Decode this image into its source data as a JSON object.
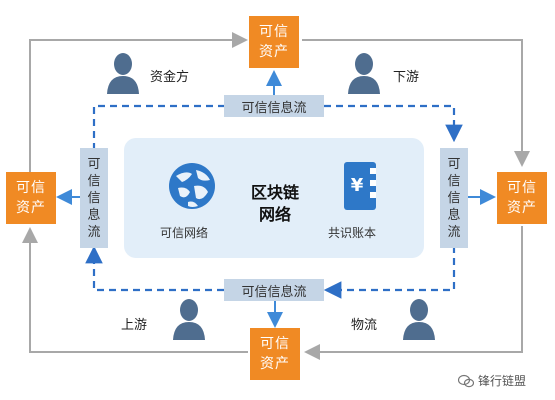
{
  "assets": {
    "line1": "可信",
    "line2": "资产"
  },
  "flow": {
    "horizontal": "可信信息流",
    "vertical": [
      "可",
      "信",
      "信",
      "息",
      "流"
    ]
  },
  "core": {
    "title_line1": "区块链",
    "title_line2": "网络",
    "left_caption": "可信网络",
    "right_caption": "共识账本",
    "ledger_symbol": "¥"
  },
  "parties": {
    "funder": "资金方",
    "downstream": "下游",
    "upstream": "上游",
    "logistics": "物流"
  },
  "watermark": "锋行链盟",
  "colors": {
    "asset": "#f08a24",
    "flow_box": "#c5d5e6",
    "arrow_blue": "#3f8ad8",
    "dashed": "#2e6fc6",
    "gray_line": "#a8a8a8",
    "person": "#4f6d8f"
  }
}
